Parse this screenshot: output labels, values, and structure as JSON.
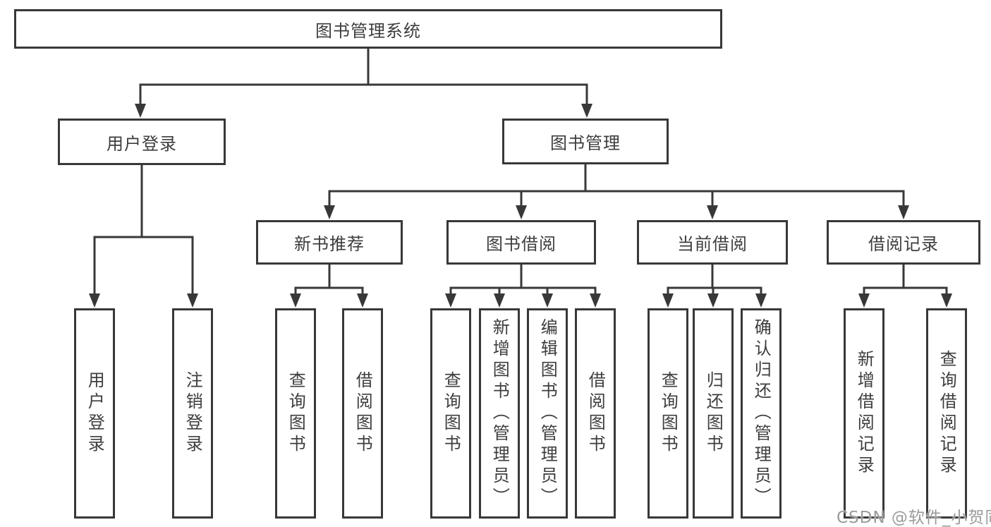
{
  "diagram": {
    "title": "图书管理系统",
    "root": {
      "label": "图书管理系统"
    },
    "level2": [
      {
        "label": "用户登录"
      },
      {
        "label": "图书管理"
      }
    ],
    "level3": [
      {
        "label": "新书推荐",
        "parent": "图书管理"
      },
      {
        "label": "图书借阅",
        "parent": "图书管理"
      },
      {
        "label": "当前借阅",
        "parent": "图书管理"
      },
      {
        "label": "借阅记录",
        "parent": "图书管理"
      }
    ],
    "leaves": [
      {
        "label": "用户登录",
        "parent": "用户登录"
      },
      {
        "label": "注销登录",
        "parent": "用户登录"
      },
      {
        "label": "查询图书",
        "parent": "新书推荐"
      },
      {
        "label": "借阅图书",
        "parent": "新书推荐"
      },
      {
        "label": "查询图书",
        "parent": "图书借阅"
      },
      {
        "label": "新增图书（管理员）",
        "parent": "图书借阅"
      },
      {
        "label": "编辑图书（管理员）",
        "parent": "图书借阅"
      },
      {
        "label": "借阅图书",
        "parent": "图书借阅"
      },
      {
        "label": "查询图书",
        "parent": "当前借阅"
      },
      {
        "label": "归还图书",
        "parent": "当前借阅"
      },
      {
        "label": "确认归还（管理员）",
        "parent": "当前借阅"
      },
      {
        "label": "新增借阅记录",
        "parent": "借阅记录"
      },
      {
        "label": "查询借阅记录",
        "parent": "借阅记录"
      }
    ]
  },
  "watermark": {
    "text": "CSDN @软件_小贺同学"
  },
  "colors": {
    "line": "#383838",
    "box_border": "#383838",
    "box_background": "#ffffff",
    "text": "#3d3d3d",
    "watermark": "#9b9b9b",
    "page_background": "#ffffff"
  }
}
